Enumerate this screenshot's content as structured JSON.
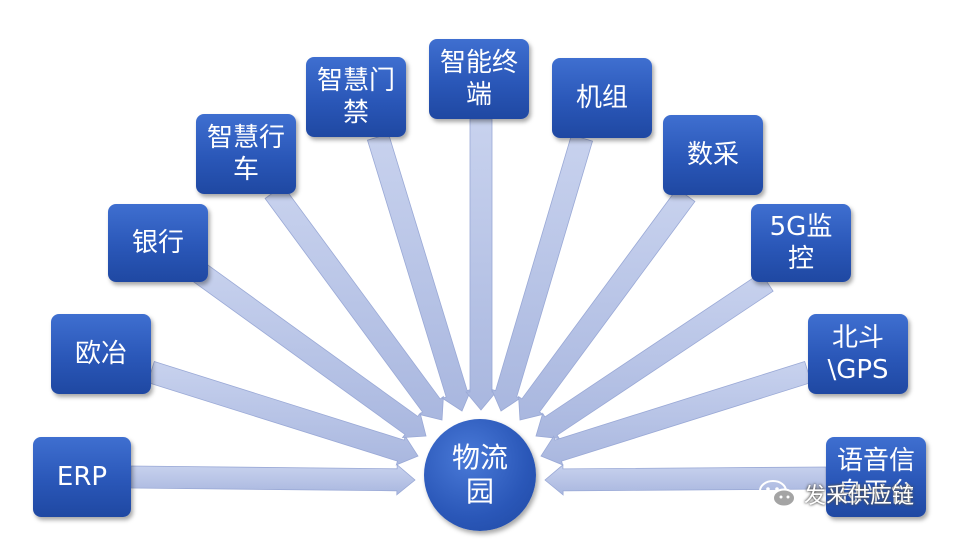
{
  "diagram": {
    "hub": {
      "label": "物流\n园"
    },
    "nodes": [
      {
        "id": "erp",
        "label": "ERP"
      },
      {
        "id": "ouye",
        "label": "欧冶"
      },
      {
        "id": "bank",
        "label": "银行"
      },
      {
        "id": "smart-driving",
        "label": "智慧行\n车"
      },
      {
        "id": "smart-gate",
        "label": "智慧门\n禁"
      },
      {
        "id": "smart-terminal",
        "label": "智能终\n端"
      },
      {
        "id": "unit",
        "label": "机组"
      },
      {
        "id": "data-collect",
        "label": "数采"
      },
      {
        "id": "5g-monitor",
        "label": "5G监\n控"
      },
      {
        "id": "beidou-gps",
        "label": "北斗\n\\GPS"
      },
      {
        "id": "voice-platform",
        "label": "语音信\n息平台"
      }
    ],
    "arrow_color": "#b7c3e4",
    "box_color": "#2a57b8"
  },
  "watermark": {
    "text": "发釆供应链"
  }
}
